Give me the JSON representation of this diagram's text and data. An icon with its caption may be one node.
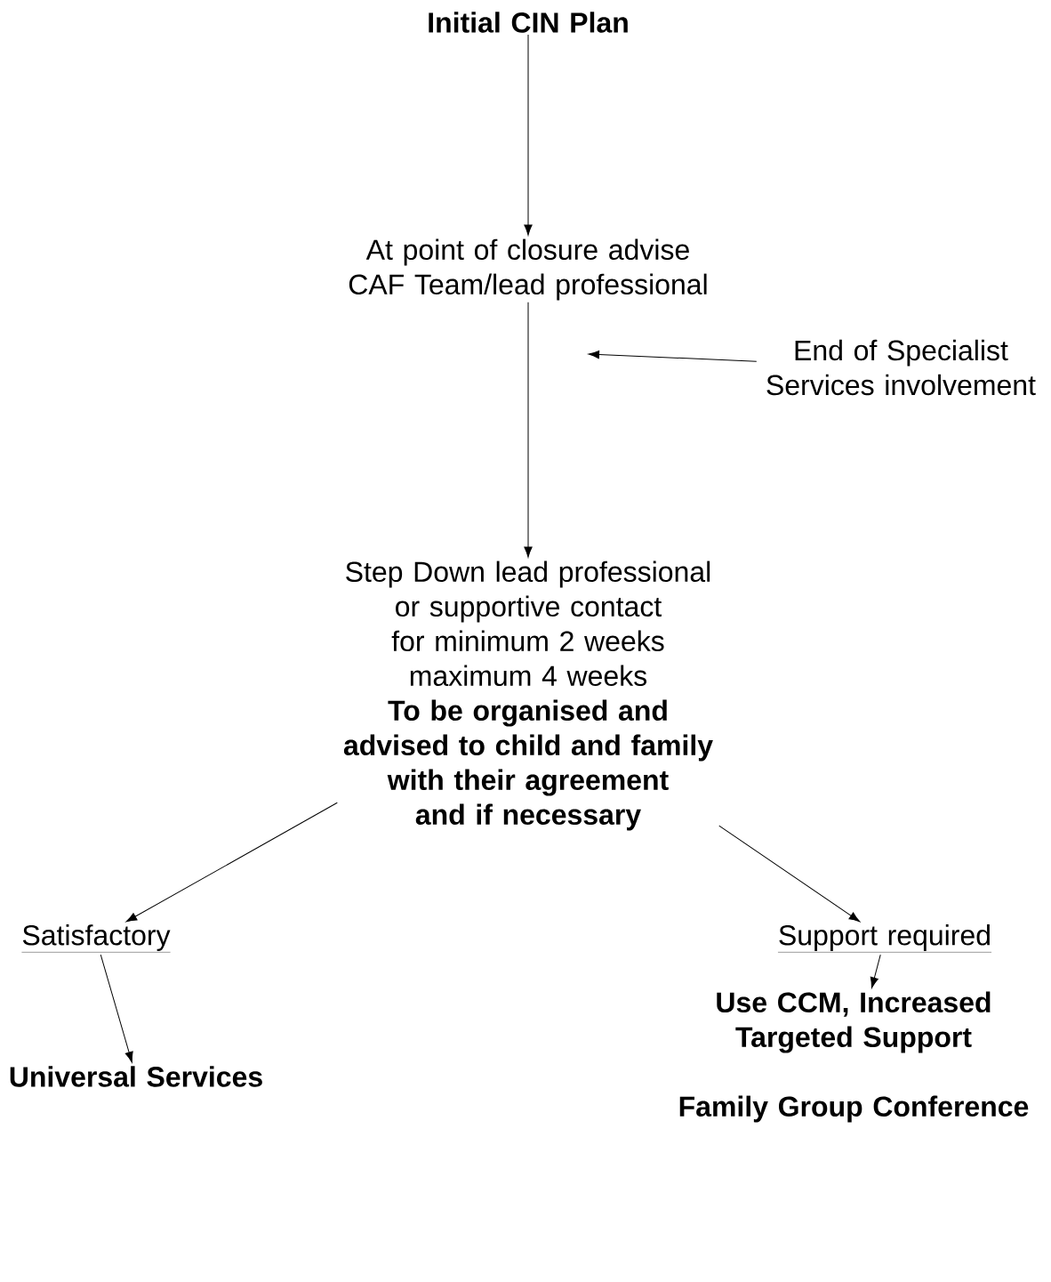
{
  "diagram": {
    "nodes": [
      {
        "text": [
          "Initial CIN Plan"
        ]
      },
      {
        "text": [
          "At point of closure advise CAF Team/lead professional"
        ]
      },
      {
        "text": [
          "End of Specialist Services involvement"
        ]
      },
      {
        "text": [
          "Step Down lead professional or supportive contact for minimum 2 weeks maximum 4 weeks",
          "To be organised and advised to child and family with their agreement and if necessary"
        ]
      },
      {
        "text": [
          "Satisfactory"
        ]
      },
      {
        "text": [
          "Support required"
        ]
      },
      {
        "text": [
          "Universal Services"
        ]
      },
      {
        "text": [
          "Use CCM, Increased Targeted Support",
          "Family Group Conference"
        ]
      }
    ],
    "edges": [
      {
        "from": 0,
        "to": 1,
        "arrow": "to"
      },
      {
        "from": 2,
        "to": null,
        "arrow": "to"
      },
      {
        "from": 1,
        "to": 3,
        "arrow": "to"
      },
      {
        "from": 3,
        "to": 4,
        "arrow": "to"
      },
      {
        "from": 3,
        "to": 5,
        "arrow": "to"
      },
      {
        "from": 4,
        "to": 6,
        "arrow": "to"
      },
      {
        "from": 5,
        "to": 7,
        "arrow": "to"
      }
    ]
  }
}
